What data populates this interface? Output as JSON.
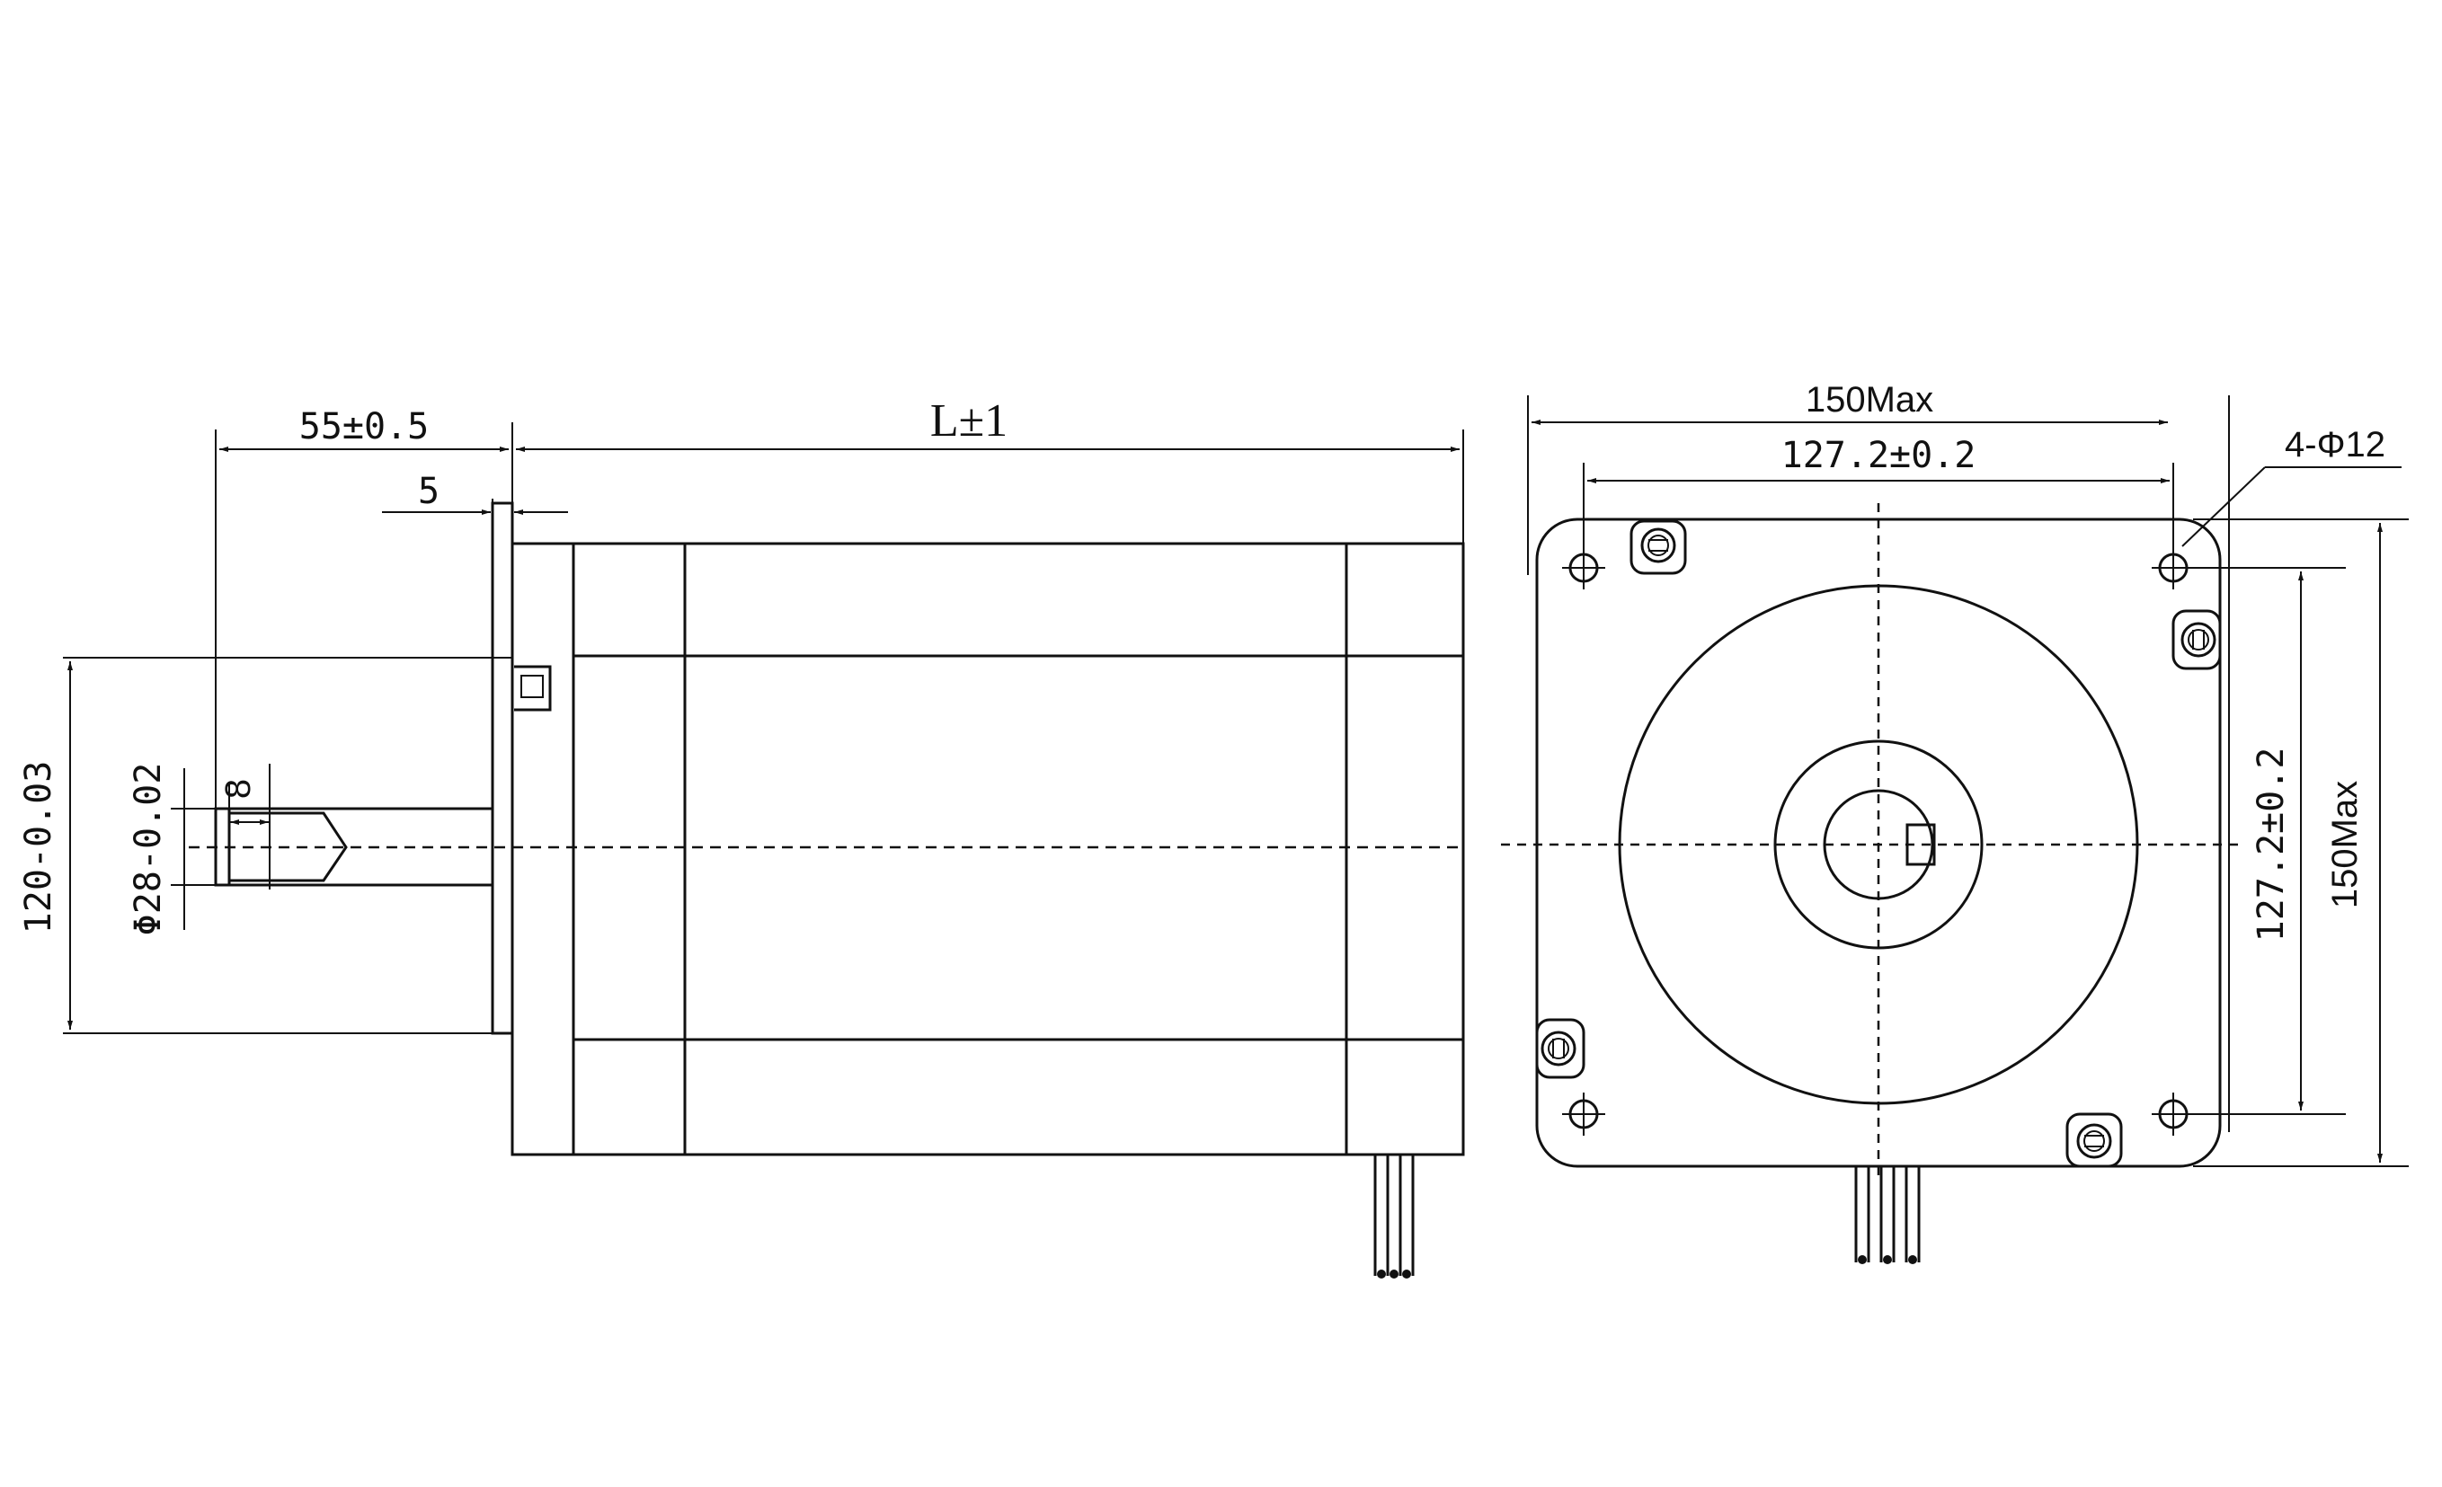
{
  "side_view": {
    "shaft_length": "55±0.5",
    "overall_length": "L±1",
    "flange_thickness": "5",
    "pilot_diameter": "120-0.03",
    "shaft_diameter": "Φ28-0.02",
    "key_width": "8"
  },
  "front_view": {
    "max_width": "150Max",
    "hole_spacing_horizontal": "127.2±0.2",
    "hole_spacing_vertical": "127.2±0.2",
    "max_height": "150Max",
    "mounting_holes": "4-Φ12"
  }
}
